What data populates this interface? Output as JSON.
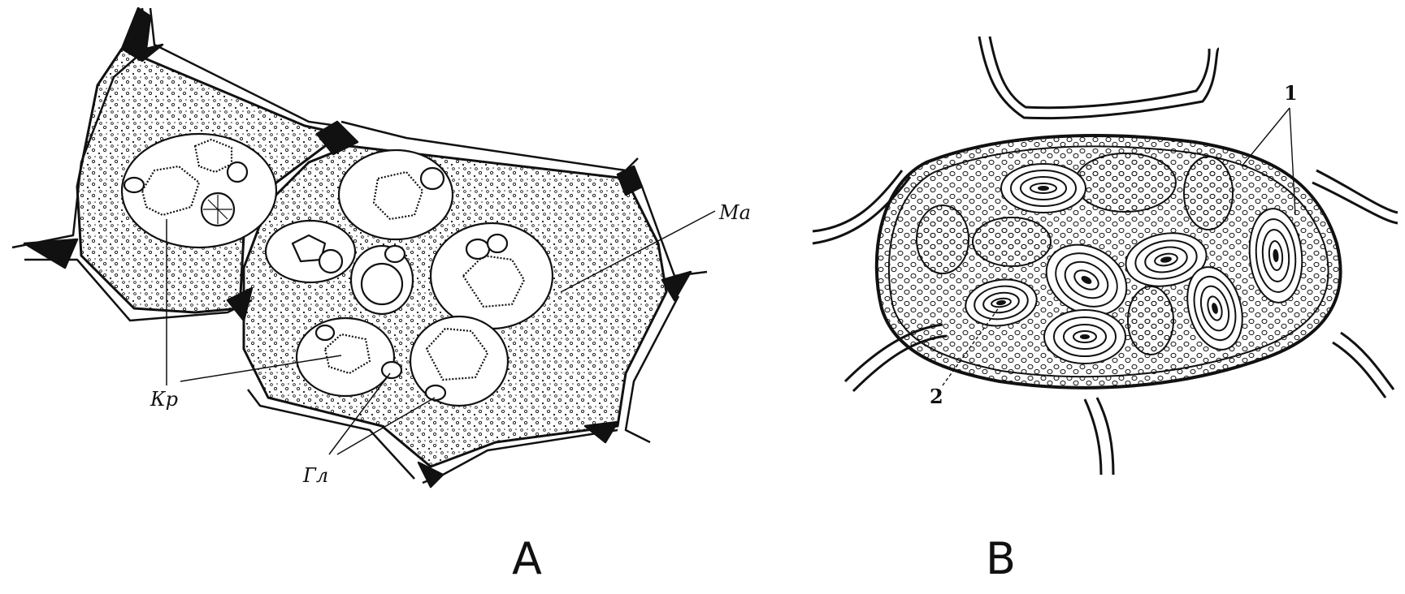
{
  "panels": [
    {
      "letter": "A",
      "labels": {
        "ma": "Ма",
        "kr": "Кр",
        "gl": "Гл"
      }
    },
    {
      "letter": "B",
      "labels": {
        "one": "1",
        "two": "2"
      }
    }
  ],
  "colors": {
    "ink": "#111111",
    "background": "#ffffff"
  }
}
